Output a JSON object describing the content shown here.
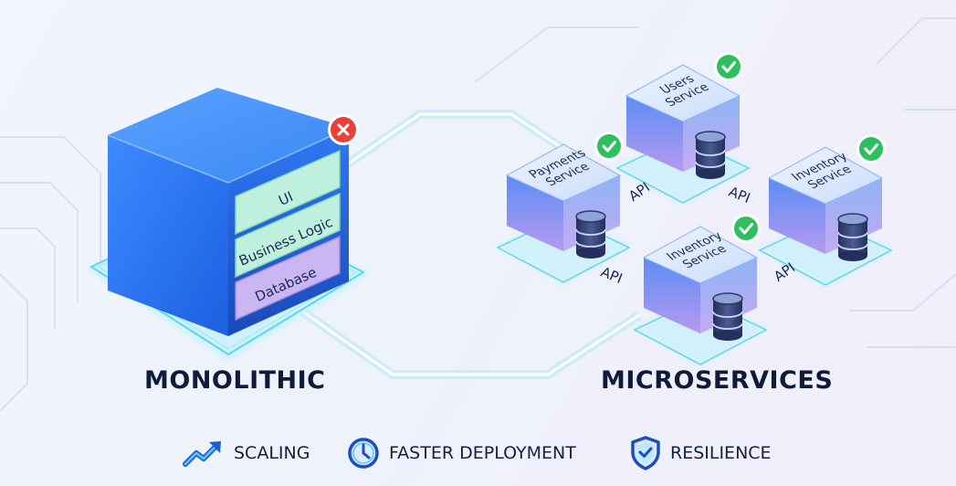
{
  "monolith": {
    "title": "MONOLITHIC",
    "layers": [
      "UI",
      "Business Logic",
      "Database"
    ],
    "status": "fail"
  },
  "microservices": {
    "title": "MICROSERVICES",
    "services": [
      {
        "lines": [
          "Users",
          "Service"
        ],
        "status": "ok"
      },
      {
        "lines": [
          "Payments",
          "Service"
        ],
        "status": "ok"
      },
      {
        "lines": [
          "Inventory",
          "Service"
        ],
        "status": "ok"
      },
      {
        "lines": [
          "Inventory",
          "Service"
        ],
        "status": "ok"
      }
    ],
    "api_label": "API"
  },
  "features": [
    {
      "icon": "trend-up-icon",
      "label": "SCALING"
    },
    {
      "icon": "clock-icon",
      "label": "FASTER DEPLOYMENT"
    },
    {
      "icon": "shield-check-icon",
      "label": "RESILIENCE"
    }
  ],
  "colors": {
    "cube_top": "#3f8cff",
    "cube_front": "#1f6fe8",
    "cube_side": "#1646b8",
    "layer_green": "#bff0dd",
    "layer_purple": "#c9b6f2",
    "ok": "#2fbf5f",
    "fail": "#e8413c",
    "glow": "#49d6ee",
    "text_dark": "#101a3b"
  }
}
